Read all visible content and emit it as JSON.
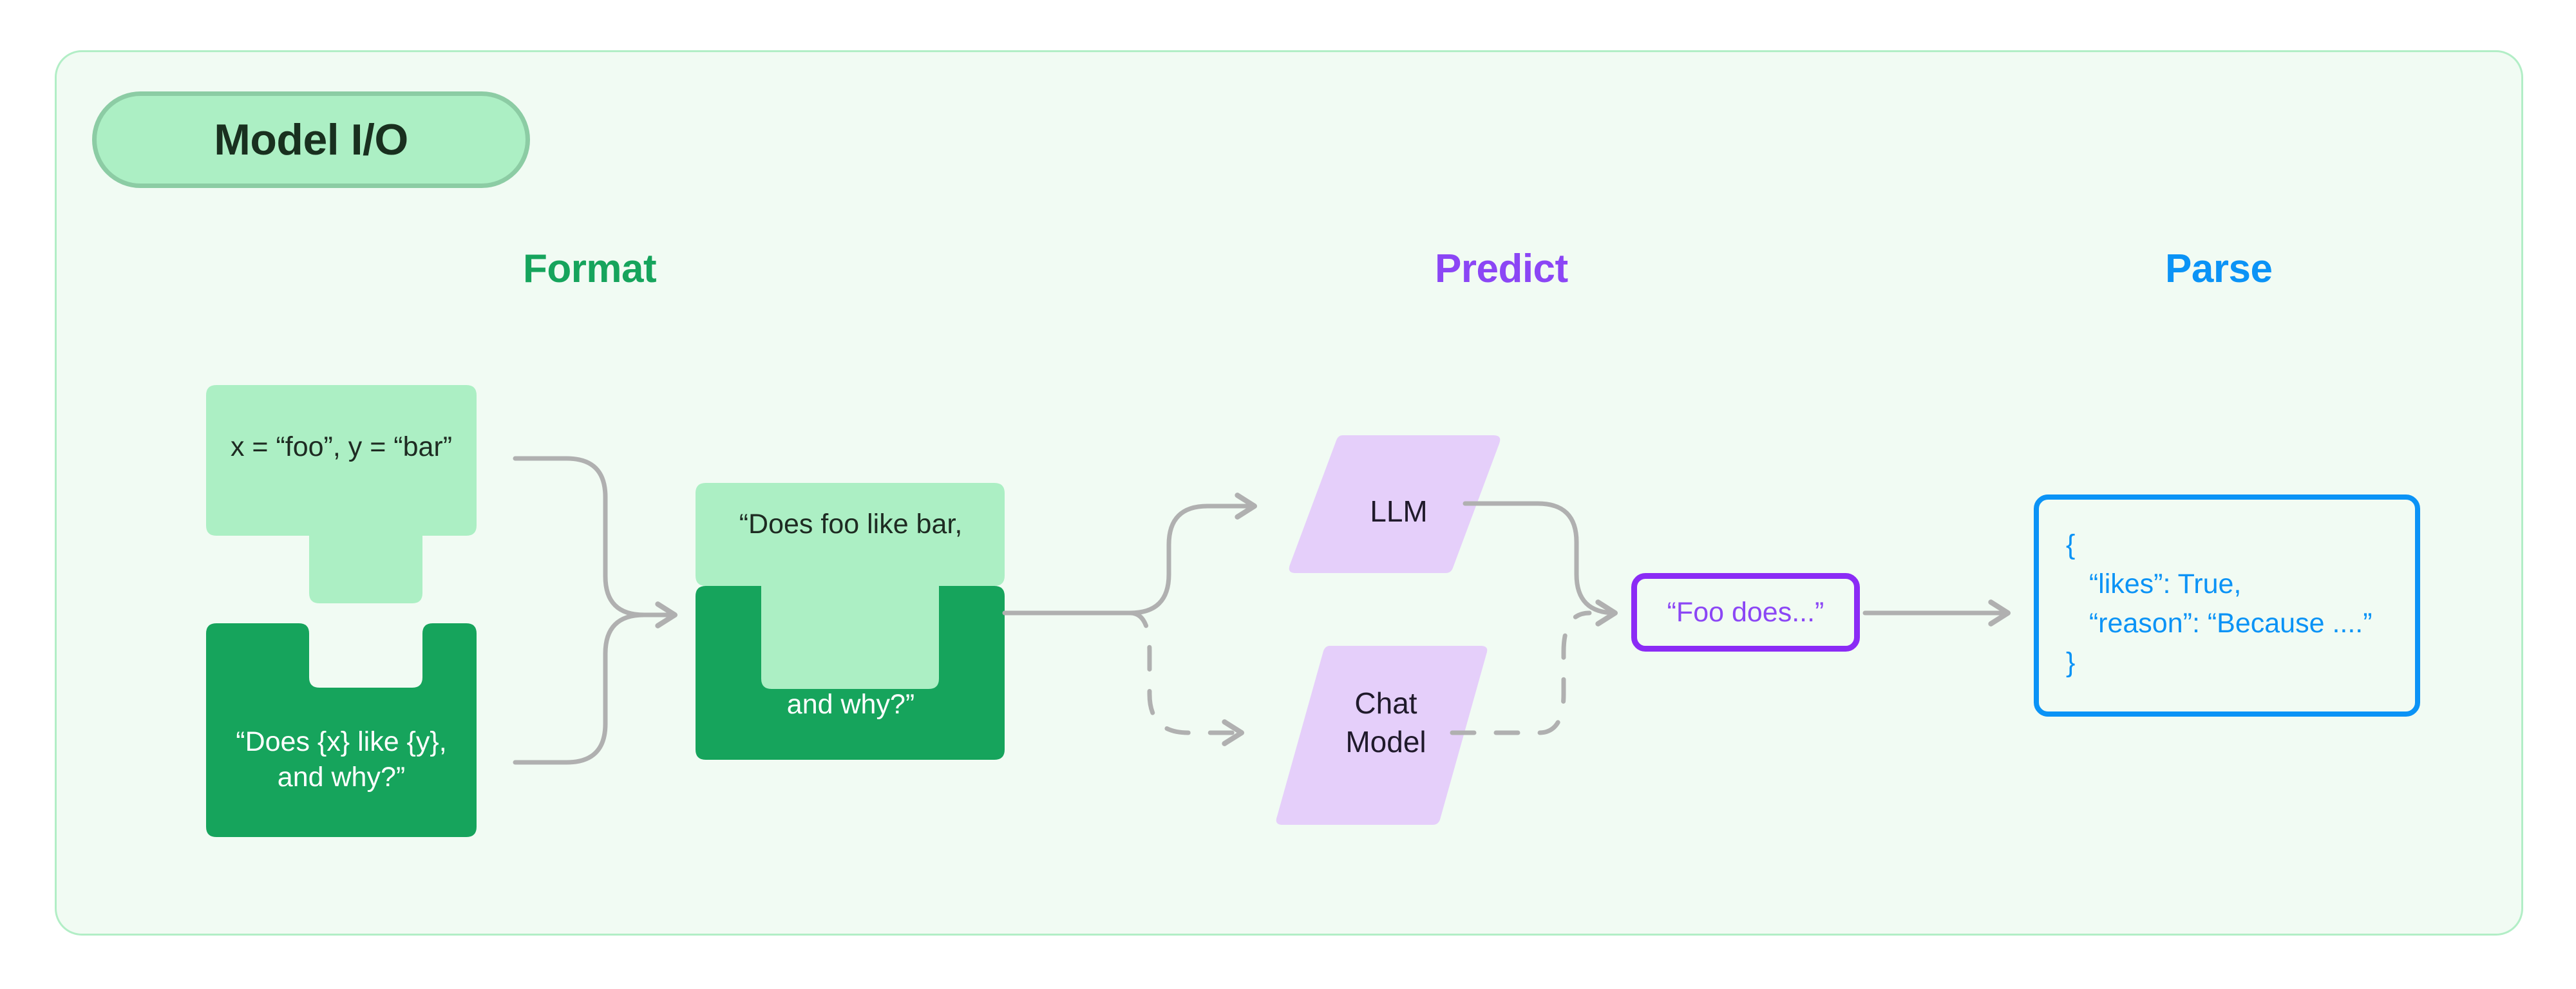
{
  "panel": {
    "title": "Model I/O",
    "background_color": "#F1FBF3",
    "border_color": "#B2EEC6"
  },
  "columns": [
    {
      "id": "format",
      "label": "Format",
      "color": "#16A45C"
    },
    {
      "id": "predict",
      "label": "Predict",
      "color": "#8B46F5"
    },
    {
      "id": "parse",
      "label": "Parse",
      "color": "#0B93F6"
    }
  ],
  "format": {
    "variables_piece": {
      "text": "x = “foo”, y = “bar”",
      "fill": "#ACEFC4",
      "text_color": "#1E2B22"
    },
    "template_piece": {
      "text": "“Does {x} like {y},\nand why?”",
      "fill": "#16A45C",
      "text_color": "#FFFFFF"
    },
    "merged_piece": {
      "top_text": "“Does foo like bar,",
      "bottom_text": "and why?”",
      "top_fill": "#ACEFC4",
      "bottom_fill": "#16A45C"
    }
  },
  "predict": {
    "models": [
      {
        "id": "llm",
        "label": "LLM",
        "fill": "#E5CFFA",
        "line_style": "solid"
      },
      {
        "id": "chat-model",
        "label": "Chat\nModel",
        "fill": "#E5CFFA",
        "line_style": "dashed"
      }
    ],
    "output_box": {
      "text": "“Foo does...”",
      "border_color": "#8B2BF5",
      "text_color": "#8B46F5"
    }
  },
  "parse": {
    "json_box": {
      "border_color": "#0B93F6",
      "text_color": "#0B93F6",
      "lines": [
        "{",
        "   “likes”: True,",
        "   “reason”: “Because ....”",
        "}"
      ]
    }
  },
  "connectors": {
    "stroke_color": "#B0B0B0",
    "stroke_width": 7
  }
}
